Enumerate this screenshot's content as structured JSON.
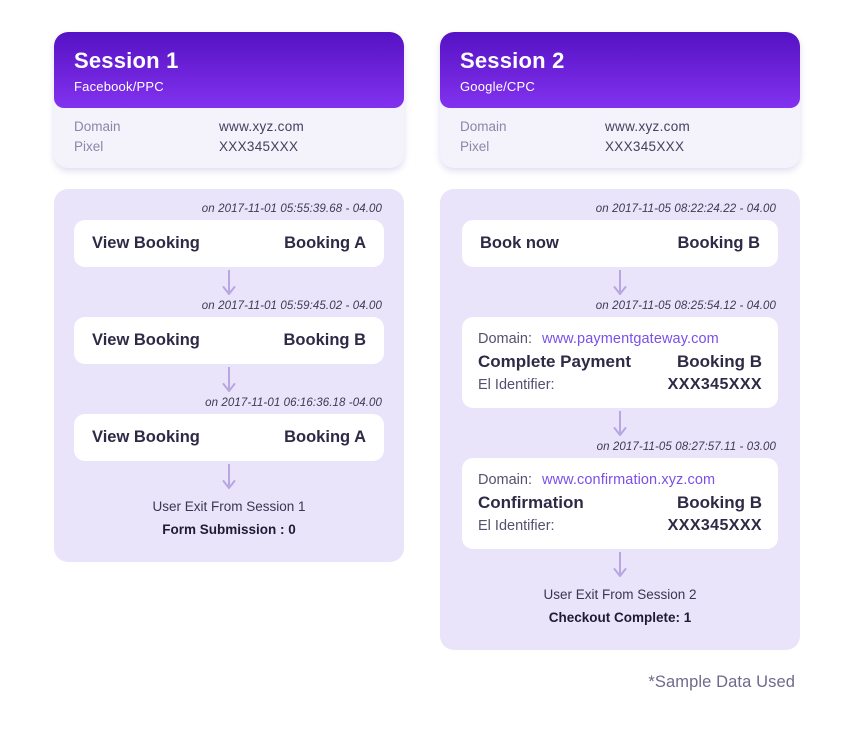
{
  "footer": {
    "note": "*Sample Data Used"
  },
  "sessions": [
    {
      "title": "Session 1",
      "source": "Facebook/PPC",
      "meta": {
        "domain_label": "Domain",
        "domain_value": "www.xyz.com",
        "pixel_label": "Pixel",
        "pixel_value": "XXX345XXX"
      },
      "events": [
        {
          "timestamp": "on 2017-11-01  05:55:39.68 - 04.00",
          "action": "View Booking",
          "booking": "Booking A"
        },
        {
          "timestamp": "on 2017-11-01  05:59:45.02 - 04.00",
          "action": "View Booking",
          "booking": "Booking B"
        },
        {
          "timestamp": "on 2017-11-01  06:16:36.18 -04.00",
          "action": "View Booking",
          "booking": "Booking A"
        }
      ],
      "exit": {
        "line1": "User Exit From Session 1",
        "line2": "Form Submission : 0"
      }
    },
    {
      "title": "Session 2",
      "source": "Google/CPC",
      "meta": {
        "domain_label": "Domain",
        "domain_value": "www.xyz.com",
        "pixel_label": "Pixel",
        "pixel_value": "XXX345XXX"
      },
      "events": [
        {
          "timestamp": "on 2017-11-05  08:22:24.22 - 04.00",
          "action": "Book now",
          "booking": "Booking B"
        },
        {
          "timestamp": "on 2017-11-05  08:25:54.12 - 04.00",
          "domain_label": "Domain:",
          "domain_link": "www.paymentgateway.com",
          "action": "Complete Payment",
          "booking": "Booking B",
          "identifier_label": "El Identifier:",
          "identifier_value": "XXX345XXX"
        },
        {
          "timestamp": "on 2017-11-05  08:27:57.11 - 03.00",
          "domain_label": "Domain:",
          "domain_link": "www.confirmation.xyz.com",
          "action": "Confirmation",
          "booking": "Booking B",
          "identifier_label": "El Identifier:",
          "identifier_value": "XXX345XXX"
        }
      ],
      "exit": {
        "line1": "User Exit From Session 2",
        "line2": "Checkout Complete: 1"
      }
    }
  ],
  "colors": {
    "gradient_top": "#5512c4",
    "gradient_bottom": "#8232ef",
    "flow_bg": "#eae4fb",
    "link": "#7b4fe8",
    "arrow": "#b6a6e2"
  }
}
